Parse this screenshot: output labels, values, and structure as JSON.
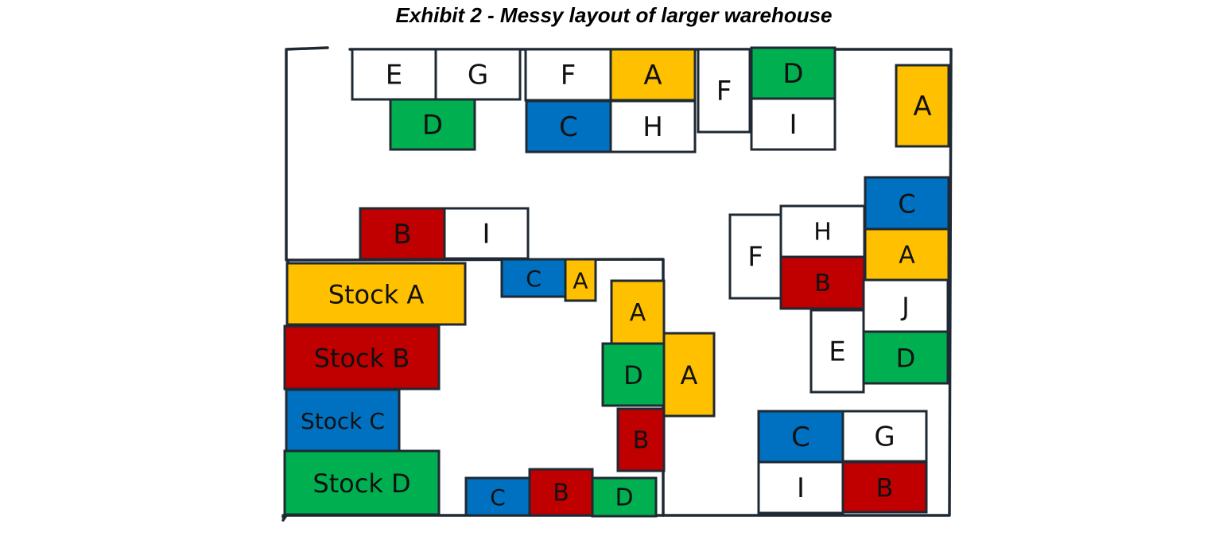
{
  "title": "Exhibit 2 - Messy layout of larger warehouse",
  "colors": {
    "A": "#FFC000",
    "B": "#C00000",
    "C": "#0070C0",
    "D": "#00B050",
    "other": "#FFFFFF",
    "outline": "#1F2933"
  },
  "boxes": [
    {
      "label": "E",
      "stock": "other"
    },
    {
      "label": "G",
      "stock": "other"
    },
    {
      "label": "D",
      "stock": "D"
    },
    {
      "label": "F",
      "stock": "other"
    },
    {
      "label": "A",
      "stock": "A"
    },
    {
      "label": "C",
      "stock": "C"
    },
    {
      "label": "H",
      "stock": "other"
    },
    {
      "label": "F",
      "stock": "other"
    },
    {
      "label": "D",
      "stock": "D"
    },
    {
      "label": "I",
      "stock": "other"
    },
    {
      "label": "A",
      "stock": "A"
    },
    {
      "label": "B",
      "stock": "B"
    },
    {
      "label": "I",
      "stock": "other"
    },
    {
      "label": "C",
      "stock": "C"
    },
    {
      "label": "A",
      "stock": "A"
    },
    {
      "label": "A",
      "stock": "A"
    },
    {
      "label": "D",
      "stock": "D"
    },
    {
      "label": "A",
      "stock": "A"
    },
    {
      "label": "B",
      "stock": "B"
    },
    {
      "label": "C",
      "stock": "C"
    },
    {
      "label": "B",
      "stock": "B"
    },
    {
      "label": "D",
      "stock": "D"
    },
    {
      "label": "Stock A",
      "stock": "A"
    },
    {
      "label": "Stock B",
      "stock": "B"
    },
    {
      "label": "Stock C",
      "stock": "C"
    },
    {
      "label": "Stock D",
      "stock": "D"
    },
    {
      "label": "F",
      "stock": "other"
    },
    {
      "label": "H",
      "stock": "other"
    },
    {
      "label": "C",
      "stock": "C"
    },
    {
      "label": "B",
      "stock": "B"
    },
    {
      "label": "A",
      "stock": "A"
    },
    {
      "label": "E",
      "stock": "other"
    },
    {
      "label": "J",
      "stock": "other"
    },
    {
      "label": "D",
      "stock": "D"
    },
    {
      "label": "C",
      "stock": "C"
    },
    {
      "label": "G",
      "stock": "other"
    },
    {
      "label": "I",
      "stock": "other"
    },
    {
      "label": "B",
      "stock": "B"
    }
  ]
}
